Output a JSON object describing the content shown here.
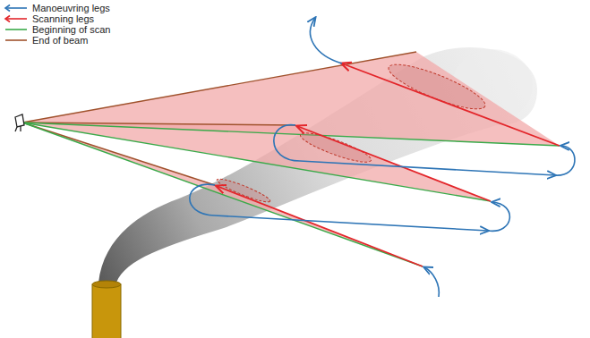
{
  "diagram": {
    "legend": [
      {
        "text": "Manoeuvring legs"
      },
      {
        "text": "Scanning legs"
      },
      {
        "text": "Beginning of scan"
      },
      {
        "text": "End of beam"
      }
    ]
  }
}
